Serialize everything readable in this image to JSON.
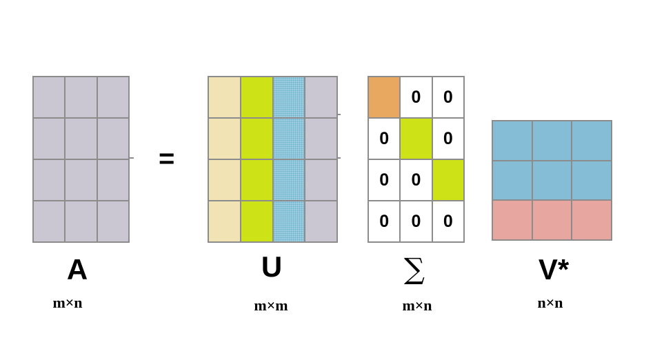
{
  "colors": {
    "grid_line": "#8c8c8c",
    "gray": "#cac7d3",
    "beige": "#f2e3b5",
    "lime": "#cde317",
    "light_blue": "#9ccde0",
    "orange": "#e9a860",
    "blue": "#85bdd6",
    "pink": "#e8a6a0",
    "white": "#ffffff"
  },
  "equals_sign": "=",
  "matrices": {
    "A": {
      "label": "A",
      "dims": "m×n",
      "rows": 4,
      "cols": 3,
      "cells": [
        [
          "gray",
          "gray",
          "gray"
        ],
        [
          "gray",
          "gray",
          "gray"
        ],
        [
          "gray",
          "gray",
          "gray"
        ],
        [
          "gray",
          "gray",
          "gray"
        ]
      ]
    },
    "U": {
      "label": "U",
      "dims": "m×m",
      "rows": 4,
      "cols": 4,
      "cells": [
        [
          "beige",
          "lime",
          "light_blue",
          "gray"
        ],
        [
          "beige",
          "lime",
          "light_blue",
          "gray"
        ],
        [
          "beige",
          "lime",
          "light_blue",
          "gray"
        ],
        [
          "beige",
          "lime",
          "light_blue",
          "gray"
        ]
      ]
    },
    "Sigma": {
      "label": "∑",
      "dims": "m×n",
      "rows": 4,
      "cols": 3,
      "cells": [
        [
          "orange",
          "white",
          "white"
        ],
        [
          "white",
          "lime",
          "white"
        ],
        [
          "white",
          "white",
          "lime"
        ],
        [
          "white",
          "white",
          "white"
        ]
      ],
      "values": [
        [
          "",
          "0",
          "0"
        ],
        [
          "0",
          "",
          "0"
        ],
        [
          "0",
          "0",
          ""
        ],
        [
          "0",
          "0",
          "0"
        ]
      ]
    },
    "V": {
      "label": "V*",
      "dims": "n×n",
      "rows": 3,
      "cols": 3,
      "cells": [
        [
          "blue",
          "blue",
          "blue"
        ],
        [
          "blue",
          "blue",
          "blue"
        ],
        [
          "pink",
          "pink",
          "pink"
        ]
      ]
    }
  }
}
